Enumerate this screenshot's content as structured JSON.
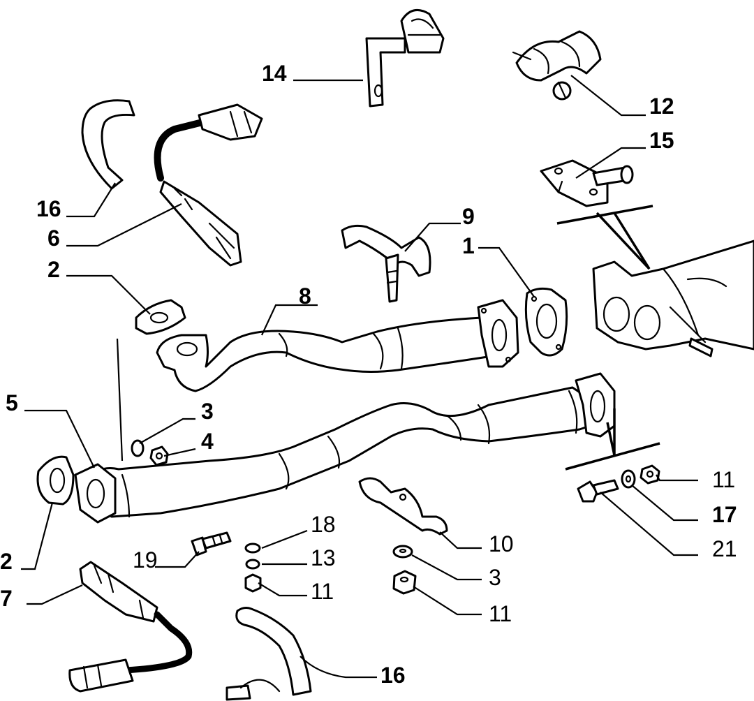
{
  "diagram": {
    "type": "exploded-parts-diagram",
    "line_color": "#000000",
    "background": "#ffffff",
    "callouts": {
      "c1": "1",
      "c2a": "2",
      "c2b": "2",
      "c3a": "3",
      "c3b": "3",
      "c4": "4",
      "c5": "5",
      "c6": "6",
      "c7": "7",
      "c8": "8",
      "c9": "9",
      "c10": "10",
      "c11a": "11",
      "c11b": "11",
      "c11c": "11",
      "c12": "12",
      "c13": "13",
      "c14": "14",
      "c15": "15",
      "c16a": "16",
      "c16b": "16",
      "c17": "17",
      "c18": "18",
      "c19": "19",
      "c21": "21"
    }
  }
}
